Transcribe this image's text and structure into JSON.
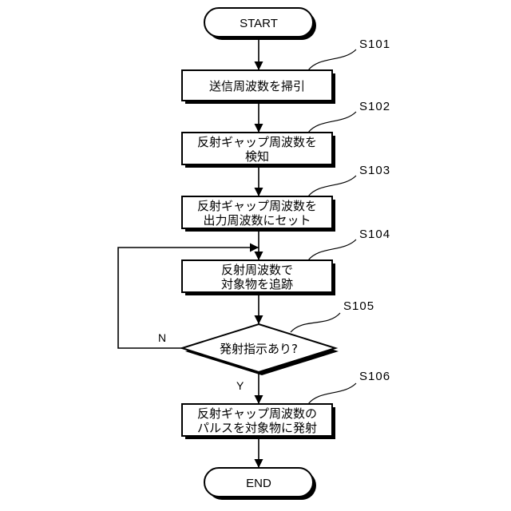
{
  "flowchart": {
    "start": "START",
    "end": "END",
    "steps": [
      {
        "ref": "S101",
        "lines": [
          "送信周波数を掃引"
        ]
      },
      {
        "ref": "S102",
        "lines": [
          "反射ギャップ周波数を",
          "検知"
        ]
      },
      {
        "ref": "S103",
        "lines": [
          "反射ギャップ周波数を",
          "出力周波数にセット"
        ]
      },
      {
        "ref": "S104",
        "lines": [
          "反射周波数で",
          "対象物を追跡"
        ]
      },
      {
        "ref": "S106",
        "lines": [
          "反射ギャップ周波数の",
          "パルスを対象物に発射"
        ]
      }
    ],
    "decision": {
      "ref": "S105",
      "text": "発射指示あり?",
      "no_label": "N",
      "yes_label": "Y"
    }
  }
}
